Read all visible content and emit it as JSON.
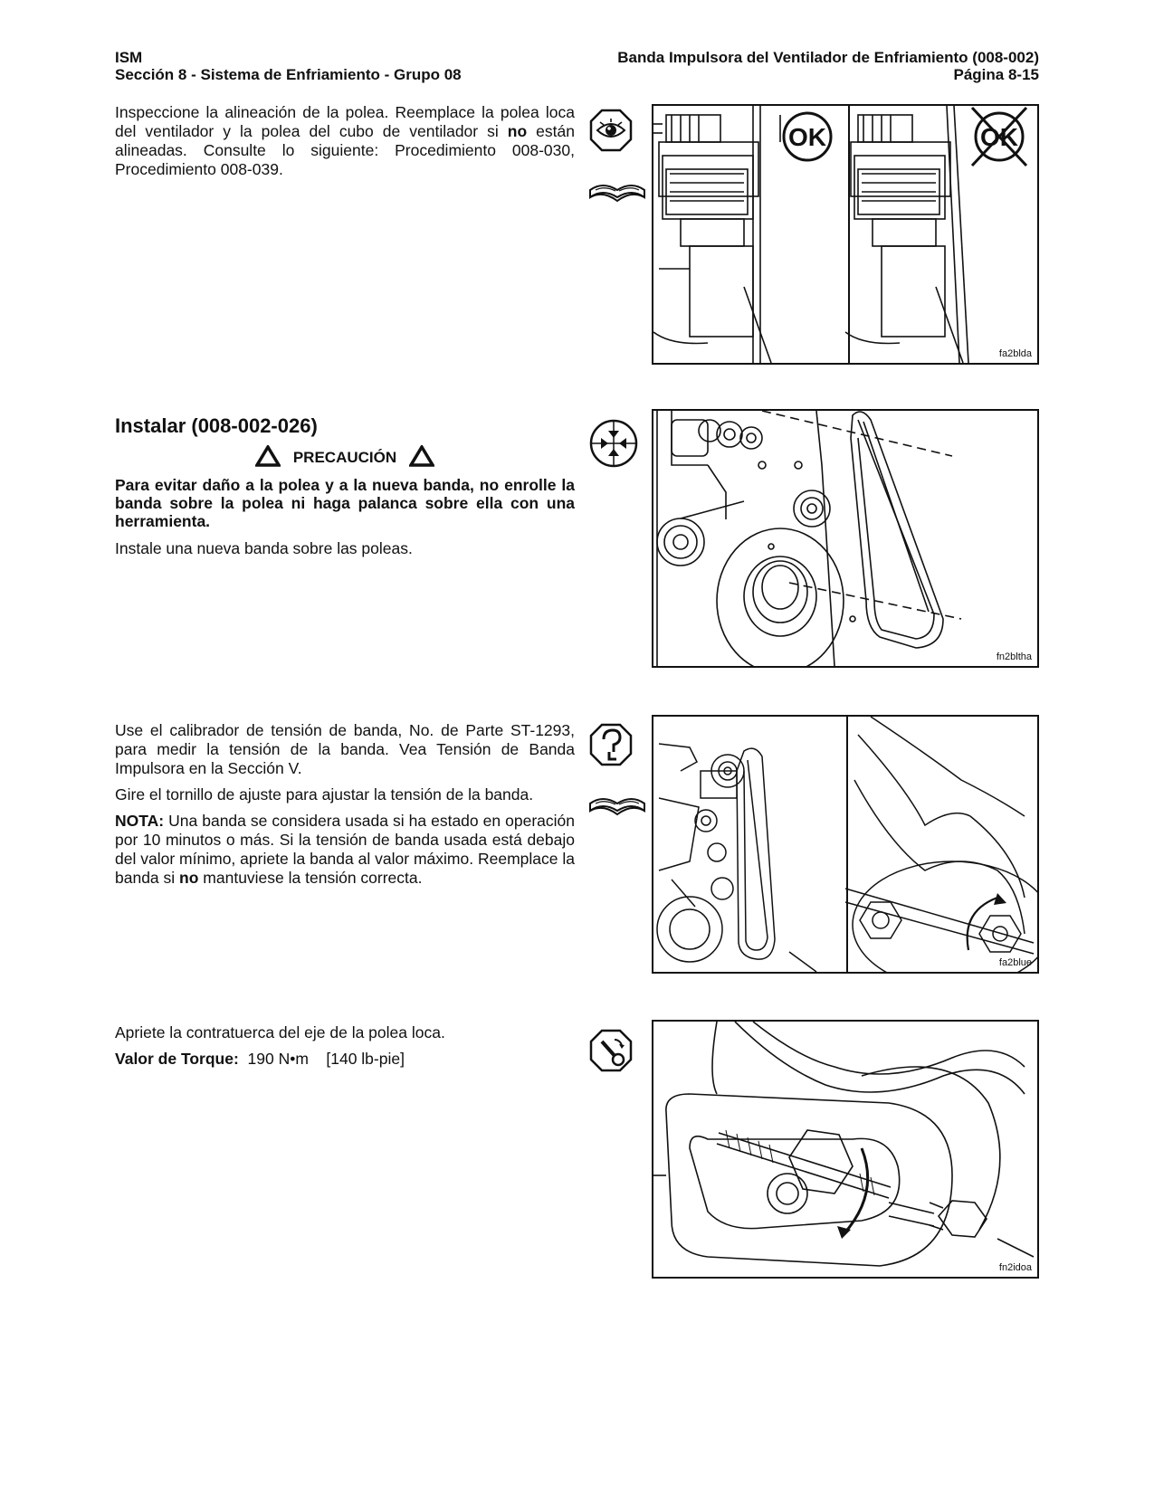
{
  "header": {
    "left_line1": "ISM",
    "left_line2": "Sección 8 - Sistema de Enfriamiento - Grupo 08",
    "right_line1": "Banda Impulsora del Ventilador de Enfriamiento (008-002)",
    "right_line2": "Página 8-15"
  },
  "section1": {
    "text_a": "Inspeccione la alineación de la polea. Reemplace la polea loca del ventilador y la polea del cubo de ventilador si ",
    "text_bold": "no",
    "text_b": " están alineadas. Consulte lo siguiente: Procedimiento 008-030, Procedimiento 008-039.",
    "ok_label": "OK",
    "notok_label": "OK",
    "figure_code": "fa2blda"
  },
  "section2": {
    "heading": "Instalar (008-002-026)",
    "caution_label": "PRECAUCIÓN",
    "caution_text": "Para evitar daño a la polea y a la nueva banda, no enrolle la banda sobre la polea ni haga palanca sobre ella con una herramienta.",
    "text": "Instale una nueva banda sobre las poleas.",
    "figure_code": "fn2bltha"
  },
  "section3": {
    "para1": "Use el calibrador de tensión de banda, No. de Parte ST-1293, para medir la tensión de la banda. Vea Tensión de Banda Impulsora en la Sección V.",
    "para2": "Gire el tornillo de ajuste para ajustar la tensión de la banda.",
    "note_label": "NOTA:",
    "note_a": " Una banda se considera usada si ha estado en operación por 10 minutos o más. Si la tensión de banda usada está debajo del valor mínimo, apriete la banda al valor máximo. Reemplace la banda si ",
    "note_bold": "no",
    "note_b": " mantuviese la tensión correcta.",
    "figure_code": "fa2blue"
  },
  "section4": {
    "text": "Apriete la contratuerca del eje de la polea loca.",
    "torque_label": "Valor de Torque:",
    "torque_value": "190 N•m",
    "torque_imperial": "[140  lb-pie]",
    "figure_code": "fn2idoa"
  },
  "icons": [
    "inspect-eye-icon",
    "manual-reference-icon",
    "install-arrows-icon",
    "measure-gauge-icon",
    "torque-wrench-icon"
  ]
}
